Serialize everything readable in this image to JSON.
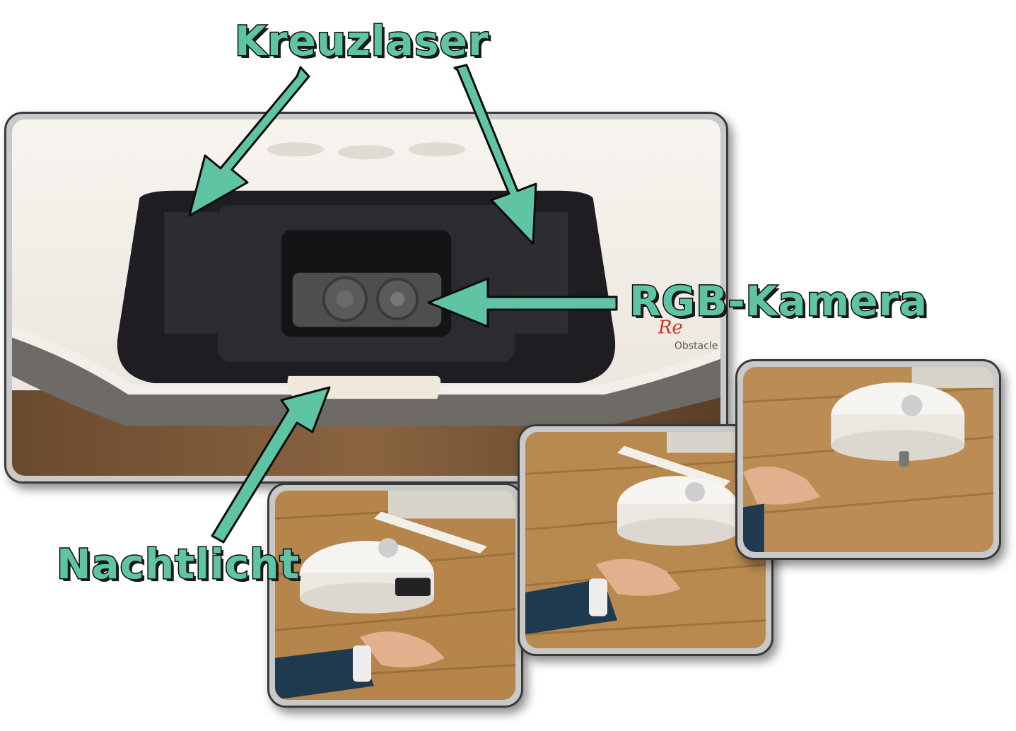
{
  "labels": {
    "crosslaser": "Kreuzlaser",
    "camera": "RGB-Kamera",
    "nightlight": "Nachtlicht"
  },
  "colors": {
    "label_fill": "#5fc4a4",
    "label_stroke": "#0b0b0b",
    "arrow_fill": "#5fc4a4",
    "frame_border": "#3a3a3a",
    "robot_body": "#f3f0ec",
    "floor_wood": "#b88a52"
  },
  "photos": {
    "main": "robot-front-closeup",
    "sequence": [
      "robot-approach-hand-1",
      "robot-approach-hand-2",
      "robot-approach-hand-3"
    ]
  }
}
